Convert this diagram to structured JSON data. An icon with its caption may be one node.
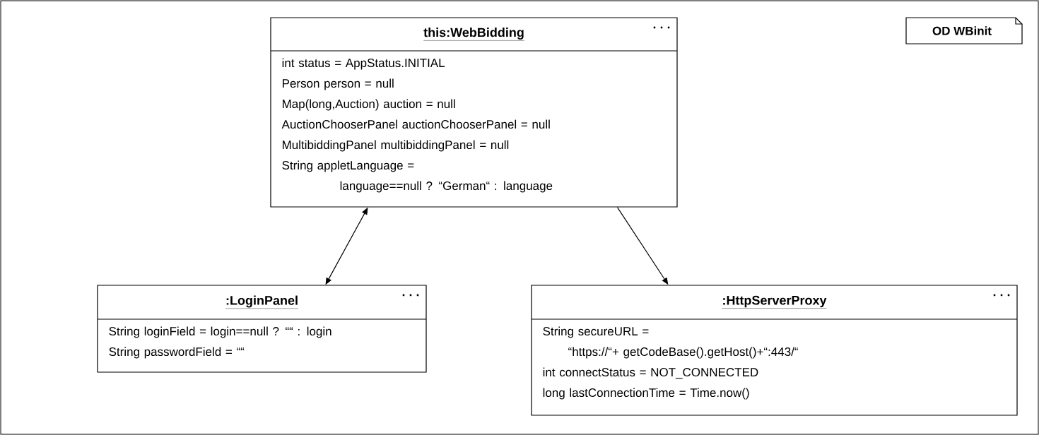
{
  "diagram": {
    "nodes": [
      {
        "text": [
          "OD WBinit"
        ]
      },
      {
        "text": [
          "this:WebBidding",
          "int status = AppStatus.INITIAL",
          "Person person = null",
          "Map(long,Auction) auction = null",
          "AuctionChooserPanel auctionChooserPanel = null",
          "MultibiddingPanel multibiddingPanel = null",
          "String appletLanguage = language==null ? “German“ : language"
        ]
      },
      {
        "text": [
          ":LoginPanel",
          "String loginField = login==null ? ““ : login",
          "String passwordField = ““"
        ]
      },
      {
        "text": [
          ":HttpServerProxy",
          "String secureURL = “https://“+ getCodeBase().getHost()+“:443/“",
          "int connectStatus = NOT_CONNECTED",
          "long lastConnectionTime = Time.now()"
        ]
      }
    ],
    "edges": [
      {
        "from": 1,
        "to": 2,
        "arrow": "both"
      },
      {
        "from": 1,
        "to": 3,
        "arrow": "to"
      }
    ]
  }
}
